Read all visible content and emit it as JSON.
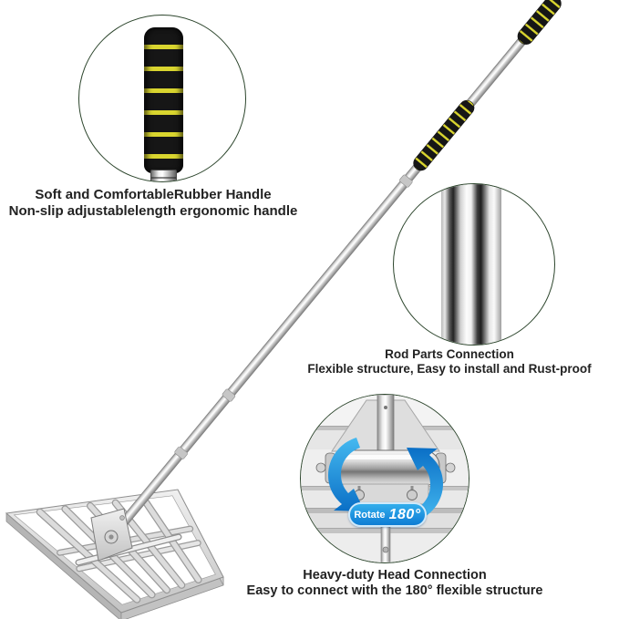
{
  "callouts": {
    "handle": {
      "title": "Soft and ComfortableRubber Handle",
      "subtitle": "Non-slip adjustablelength ergonomic handle"
    },
    "rod": {
      "title": "Rod Parts Connection",
      "subtitle": "Flexible structure, Easy to install and Rust-proof"
    },
    "head": {
      "title": "Heavy-duty Head Connection",
      "subtitle": "Easy to connect with the 180° flexible structure"
    }
  },
  "badge": {
    "label": "Rotate",
    "value": "180°"
  },
  "colors": {
    "badge_blue": "#1493e0",
    "arrow_blue": "#1e9fe6",
    "stripe_yellow": "#d9d52f",
    "grip_black": "#161616",
    "ring_green": "#2c452c",
    "text_dark": "#222222",
    "metal_light": "#ececec",
    "metal_dark": "#7d7d7d"
  }
}
